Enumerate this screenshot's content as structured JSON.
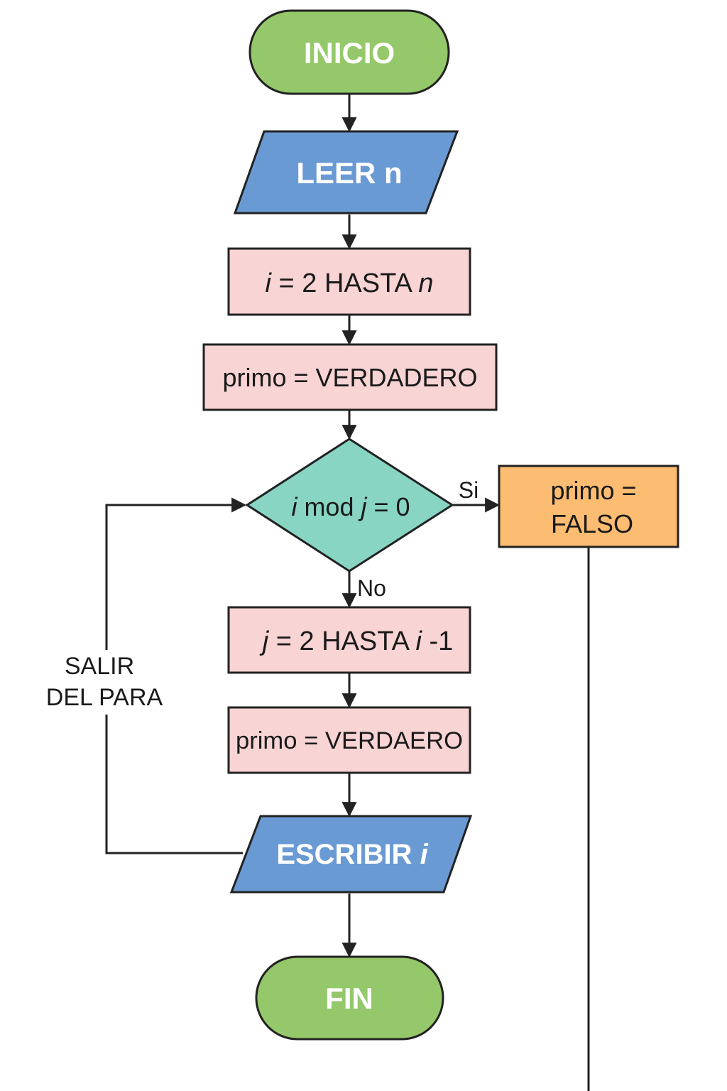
{
  "colors": {
    "terminal": "#94c86a",
    "io": "#6a9ad3",
    "process": "#f9d4d4",
    "decision": "#88d5c4",
    "process_alt": "#fcbc72",
    "stroke": "#222222"
  },
  "nodes": {
    "inicio": {
      "label": "INICIO"
    },
    "leer_n": {
      "label": "LEER n"
    },
    "para_i": {
      "pre": "i",
      "mid": " = 2 HASTA ",
      "post": "n"
    },
    "primo_verdadero": {
      "label": "primo = VERDADERO"
    },
    "decision": {
      "pre": "i",
      "mid": " mod ",
      "var": "j",
      "post": " = 0"
    },
    "primo_falso": {
      "line1": "primo =",
      "line2": "FALSO"
    },
    "para_j": {
      "pre": "j",
      "mid": " = 2 HASTA ",
      "var": "i",
      "post": " -1"
    },
    "primo_verdaero": {
      "label": "primo = VERDAERO"
    },
    "escribir_i": {
      "text": "ESCRIBIR ",
      "var": "i"
    },
    "fin": {
      "label": "FIN"
    }
  },
  "edge_labels": {
    "si": "Si",
    "no": "No",
    "salir_line1": "SALIR",
    "salir_line2": "DEL PARA"
  }
}
